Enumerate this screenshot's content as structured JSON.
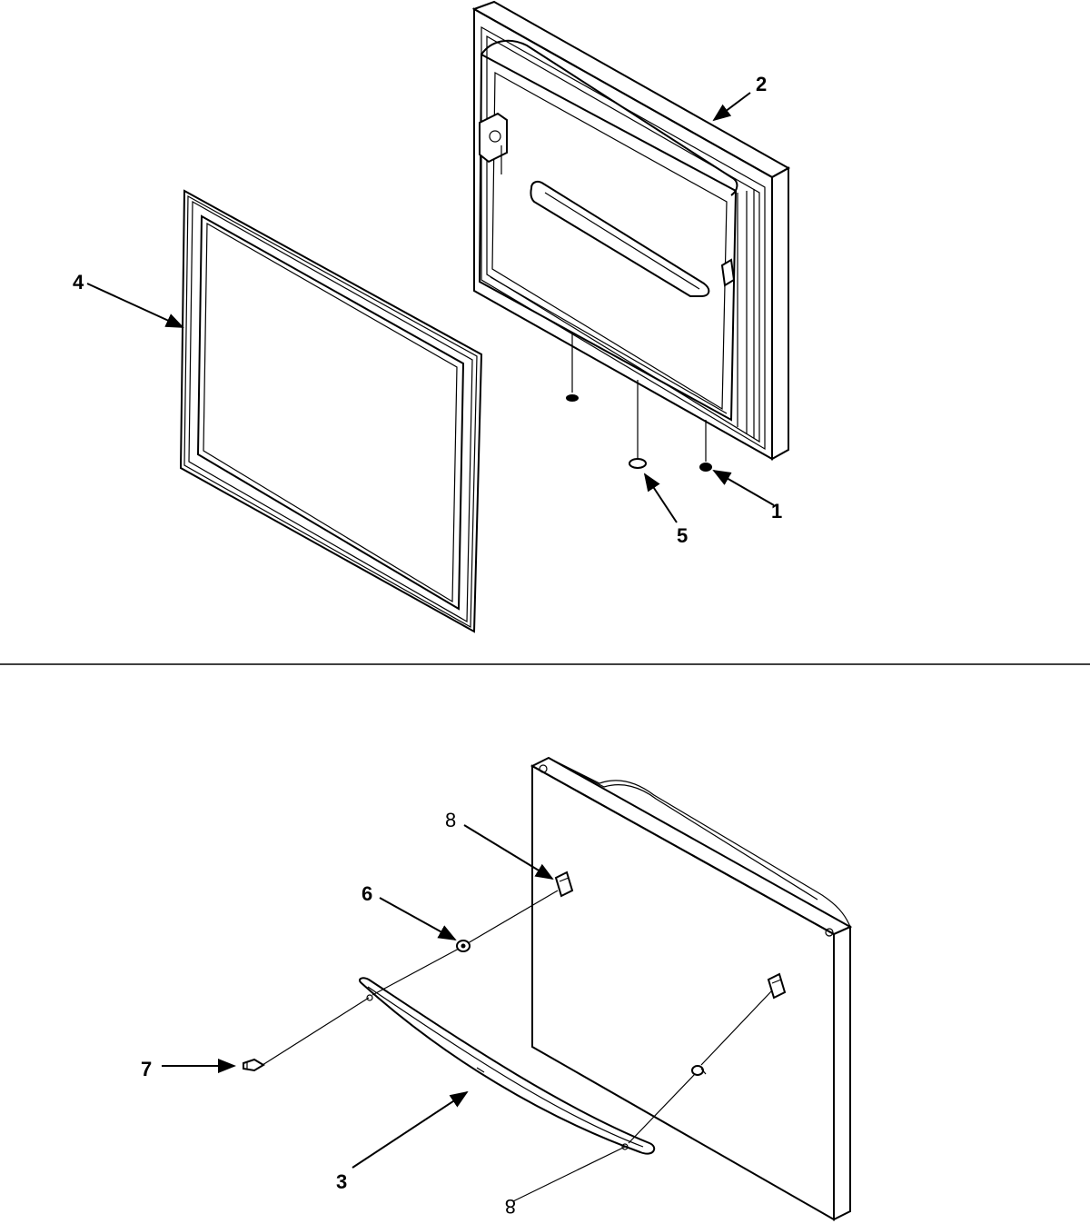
{
  "colors": {
    "line": "#000000",
    "background": "#ffffff"
  },
  "callouts": {
    "c1": "1",
    "c2": "2",
    "c3": "3",
    "c4": "4",
    "c5": "5",
    "c6": "6",
    "c7": "7",
    "c8a": "8",
    "c8b": "8"
  }
}
